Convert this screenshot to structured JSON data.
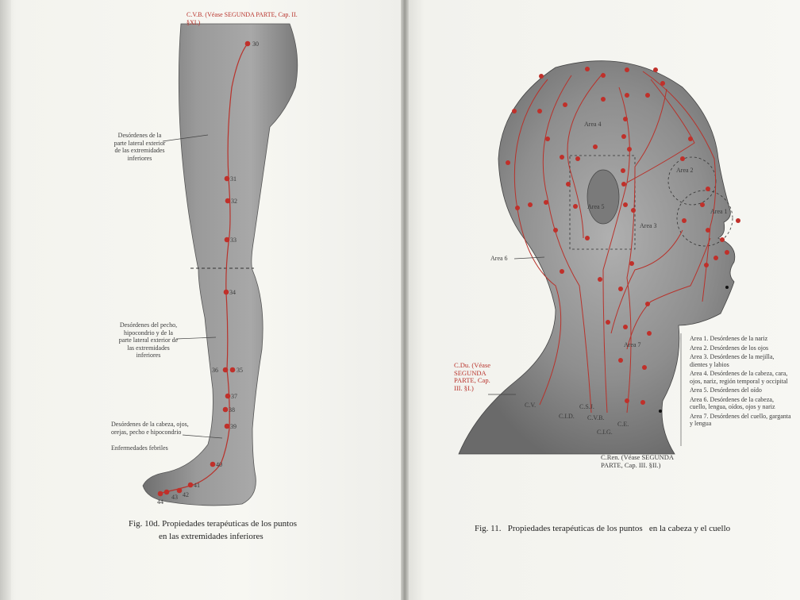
{
  "left_figure": {
    "meridian_note": "C.V.B. (Véase SEGUNDA PARTE, Cap. II. §XI.)",
    "annotations": [
      "Desórdenes de la parte lateral exterior de las extremidades inferiores",
      "Desórdenes del pecho, hipocondrio y de la parte lateral exterior de las extremidades inferiores",
      "Desórdenes de la cabeza, ojos, orejas, pecho e hipocondrio",
      "Enfermedades febriles"
    ],
    "points": [
      "30",
      "31",
      "32",
      "33",
      "34",
      "35",
      "36",
      "37",
      "38",
      "39",
      "40",
      "41",
      "42",
      "43",
      "44"
    ],
    "caption_line1": "Fig. 10d. Propiedades terapéuticas de los puntos",
    "caption_line2": "en las extremidades inferiores"
  },
  "right_figure": {
    "area_labels": [
      "Area 1",
      "Area 2",
      "Area 3",
      "Area 4",
      "Area 5",
      "Area 6",
      "Area 7"
    ],
    "c_du_note": "C.Du. (Véase SEGUNDA PARTE, Cap. III. §I.)",
    "c_ren_note": "C.Ren. (Véase SEGUNDA PARTE, Cap. III. §II.)",
    "channel_labels": [
      "C.V.",
      "C.I.D.",
      "C.S.J.",
      "C.V.B.",
      "C.I.G.",
      "C.E."
    ],
    "legend": [
      "Area 1. Desórdenes de la nariz",
      "Area 2. Desórdenes de los ojos",
      "Area 3. Desórdenes de la mejilla, dientes y labios",
      "Area 4. Desórdenes de la cabeza, cara, ojos, nariz, región temporal y occipital",
      "Area 5. Desórdenes del oído",
      "Area 6. Desórdenes de la cabeza, cuello, lengua, oídos, ojos y nariz",
      "Area 7. Desórdenes del cuello, garganta y lengua"
    ],
    "caption": "Fig. 11.   Propiedades terapéuticas de los puntos   en la cabeza y el cuello"
  }
}
